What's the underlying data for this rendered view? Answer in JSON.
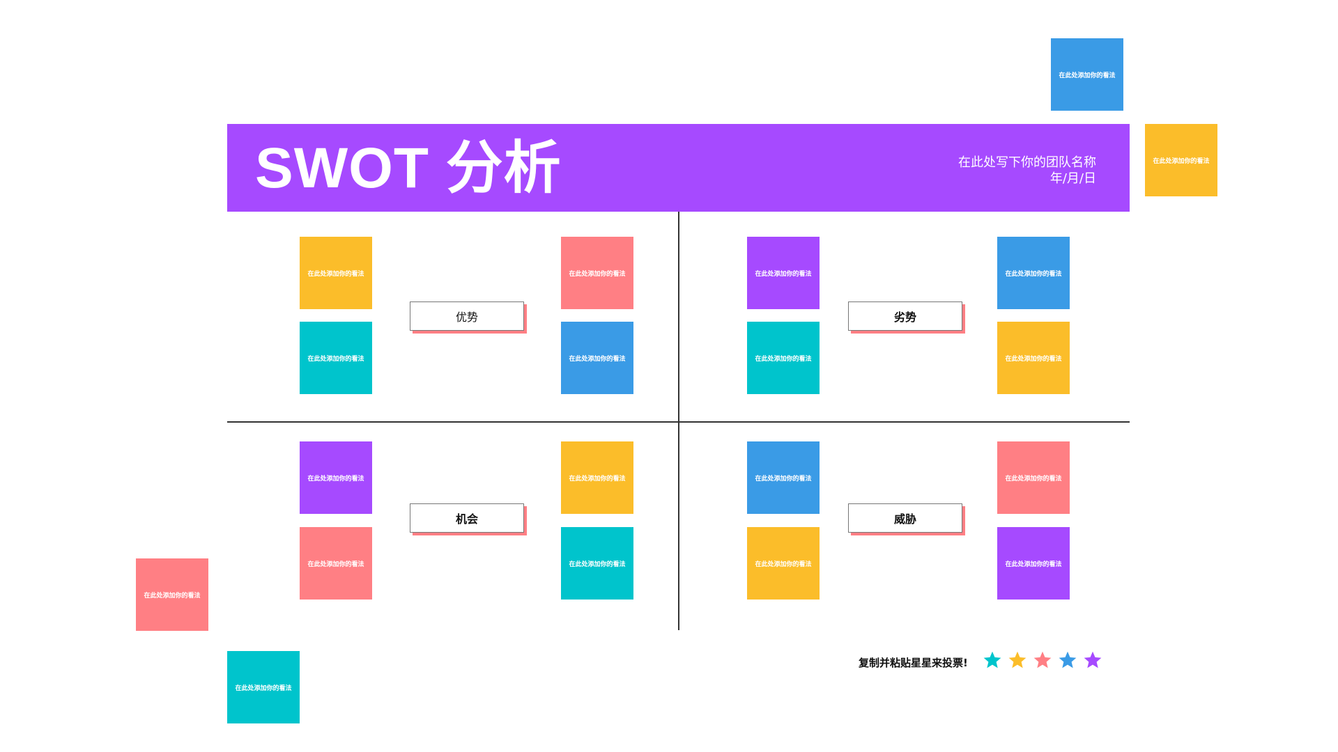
{
  "header": {
    "title": "SWOT 分析",
    "team_name": "在此处写下你的团队名称",
    "date": "年/月/日",
    "color": "#a64aff"
  },
  "colors": {
    "yellow": "#fbbd2a",
    "teal": "#00c4cc",
    "pink": "#ff7f84",
    "blue": "#3a9be6",
    "purple": "#a64aff"
  },
  "note_text": "在此处添加你的看法",
  "quadrants": {
    "strengths": {
      "label": "优势",
      "notes": [
        {
          "text": "在此处添加你的看法",
          "color": "#fbbd2a"
        },
        {
          "text": "在此处添加你的看法",
          "color": "#00c4cc"
        },
        {
          "text": "在此处添加你的看法",
          "color": "#ff7f84"
        },
        {
          "text": "在此处添加你的看法",
          "color": "#3a9be6"
        }
      ]
    },
    "weaknesses": {
      "label": "劣势",
      "notes": [
        {
          "text": "在此处添加你的看法",
          "color": "#a64aff"
        },
        {
          "text": "在此处添加你的看法",
          "color": "#00c4cc"
        },
        {
          "text": "在此处添加你的看法",
          "color": "#3a9be6"
        },
        {
          "text": "在此处添加你的看法",
          "color": "#fbbd2a"
        }
      ]
    },
    "opportunities": {
      "label": "机会",
      "notes": [
        {
          "text": "在此处添加你的看法",
          "color": "#a64aff"
        },
        {
          "text": "在此处添加你的看法",
          "color": "#ff7f84"
        },
        {
          "text": "在此处添加你的看法",
          "color": "#fbbd2a"
        },
        {
          "text": "在此处添加你的看法",
          "color": "#00c4cc"
        }
      ]
    },
    "threats": {
      "label": "威胁",
      "notes": [
        {
          "text": "在此处添加你的看法",
          "color": "#3a9be6"
        },
        {
          "text": "在此处添加你的看法",
          "color": "#fbbd2a"
        },
        {
          "text": "在此处添加你的看法",
          "color": "#ff7f84"
        },
        {
          "text": "在此处添加你的看法",
          "color": "#a64aff"
        }
      ]
    }
  },
  "loose_notes": [
    {
      "text": "在此处添加你的看法",
      "color": "#3a9be6"
    },
    {
      "text": "在此处添加你的看法",
      "color": "#fbbd2a"
    },
    {
      "text": "在此处添加你的看法",
      "color": "#ff7f84"
    },
    {
      "text": "在此处添加你的看法",
      "color": "#00c4cc"
    }
  ],
  "vote": {
    "text": "复制并粘贴星星来投票!",
    "stars": [
      {
        "icon": "star-icon",
        "color": "#00c4cc"
      },
      {
        "icon": "star-icon",
        "color": "#fbbd2a"
      },
      {
        "icon": "star-icon",
        "color": "#ff7f84"
      },
      {
        "icon": "star-icon",
        "color": "#3a9be6"
      },
      {
        "icon": "star-icon",
        "color": "#a64aff"
      }
    ]
  }
}
